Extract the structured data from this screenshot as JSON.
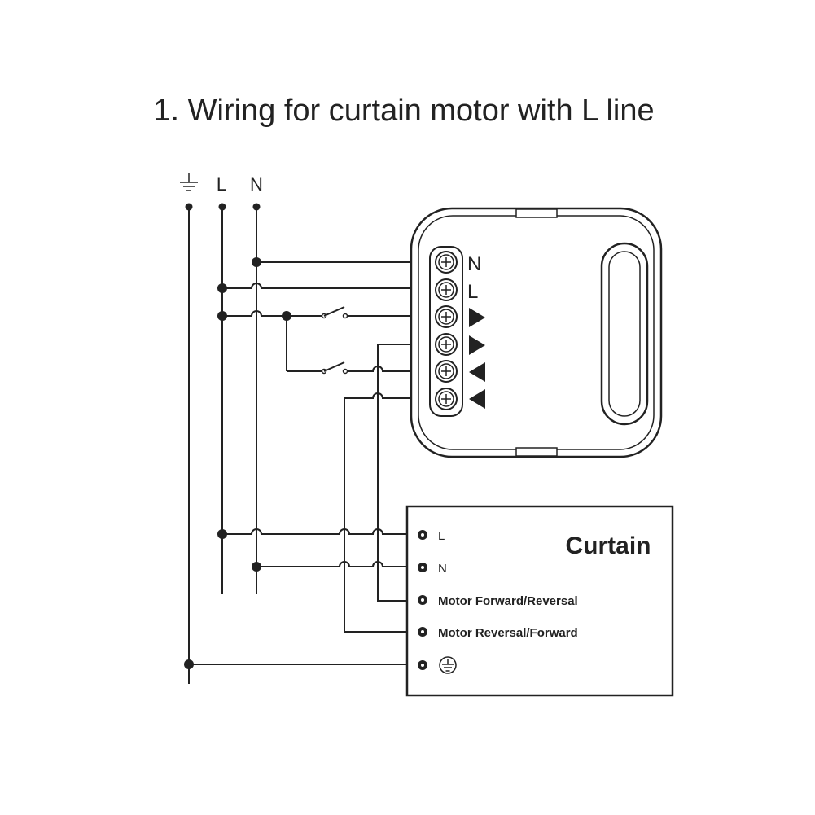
{
  "title": "1. Wiring for curtain motor with L line",
  "rails": {
    "earth_symbol": "earth-ground-symbol",
    "L": "L",
    "N": "N"
  },
  "module": {
    "terminals": [
      {
        "label": "N",
        "icon": "screw-terminal-icon"
      },
      {
        "label": "L",
        "icon": "screw-terminal-icon"
      },
      {
        "label": "",
        "icon": "arrow-right-triangle"
      },
      {
        "label": "",
        "icon": "arrow-right-triangle"
      },
      {
        "label": "",
        "icon": "arrow-left-triangle"
      },
      {
        "label": "",
        "icon": "arrow-left-triangle"
      }
    ]
  },
  "curtain": {
    "title": "Curtain",
    "terminals": [
      {
        "label": "L"
      },
      {
        "label": "N"
      },
      {
        "label": "Motor Forward/Reversal"
      },
      {
        "label": "Motor Reversal/Forward"
      },
      {
        "label": "",
        "icon": "earth-ground-icon"
      }
    ]
  },
  "colors": {
    "line": "#222222",
    "background": "#ffffff"
  }
}
